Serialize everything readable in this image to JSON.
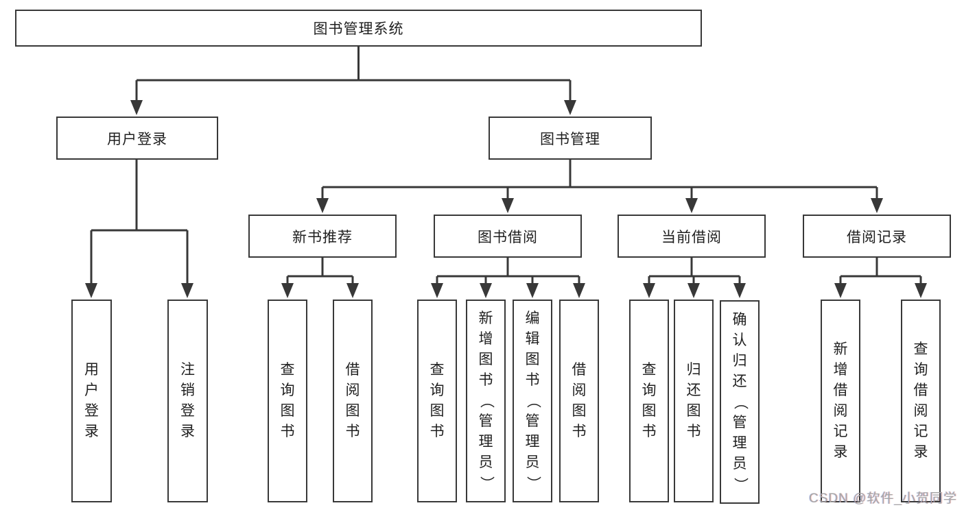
{
  "tree": {
    "root": {
      "label": "图书管理系统"
    },
    "branches": [
      {
        "label": "用户登录",
        "children": [
          "用户登录",
          "注销登录"
        ]
      },
      {
        "label": "图书管理",
        "groups": [
          {
            "label": "新书推荐",
            "children": [
              "查询图书",
              "借阅图书"
            ]
          },
          {
            "label": "图书借阅",
            "children": [
              "查询图书",
              "新增图书（管理员）",
              "编辑图书（管理员）",
              "借阅图书"
            ]
          },
          {
            "label": "当前借阅",
            "children": [
              "查询图书",
              "归还图书",
              "确认归还（管理员）"
            ]
          },
          {
            "label": "借阅记录",
            "children": [
              "新增借阅记录",
              "查询借阅记录"
            ]
          }
        ]
      }
    ]
  },
  "watermark": {
    "text": "CSDN @软件_小贺同学",
    "color": "#a6a6a6"
  },
  "colors": {
    "line": "#383838",
    "box_border": "#383838",
    "text": "#1f1f1f",
    "background": "#ffffff"
  }
}
